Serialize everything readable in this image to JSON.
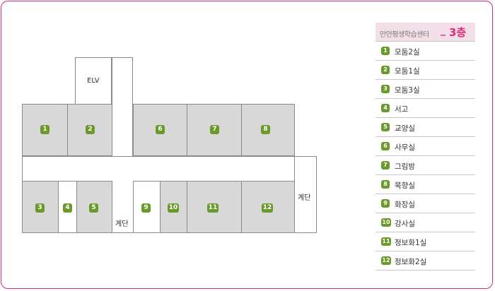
{
  "floorplan": {
    "elv_label": "ELV",
    "stairs_label_center": "계단",
    "stairs_label_right": "계단",
    "room_badges": [
      "1",
      "2",
      "3",
      "4",
      "5",
      "6",
      "7",
      "8",
      "9",
      "10",
      "11",
      "12"
    ]
  },
  "legend": {
    "center_name": "만안평생학습센터",
    "separator": "_",
    "floor": "3층",
    "items": [
      {
        "num": "1",
        "label": "모둠2실"
      },
      {
        "num": "2",
        "label": "모둠1실"
      },
      {
        "num": "3",
        "label": "모둠3실"
      },
      {
        "num": "4",
        "label": "서고"
      },
      {
        "num": "5",
        "label": "교양실"
      },
      {
        "num": "6",
        "label": "사무실"
      },
      {
        "num": "7",
        "label": "그림방"
      },
      {
        "num": "8",
        "label": "묵향실"
      },
      {
        "num": "9",
        "label": "화장실"
      },
      {
        "num": "10",
        "label": "강사실"
      },
      {
        "num": "11",
        "label": "정보화1실"
      },
      {
        "num": "12",
        "label": "정보화2실"
      }
    ]
  },
  "colors": {
    "frame": "#d6287f",
    "accent": "#e0297f",
    "badge": "#6a9a2c",
    "room_fill": "#d8d8d8",
    "header_fill": "#f3dfe8"
  }
}
